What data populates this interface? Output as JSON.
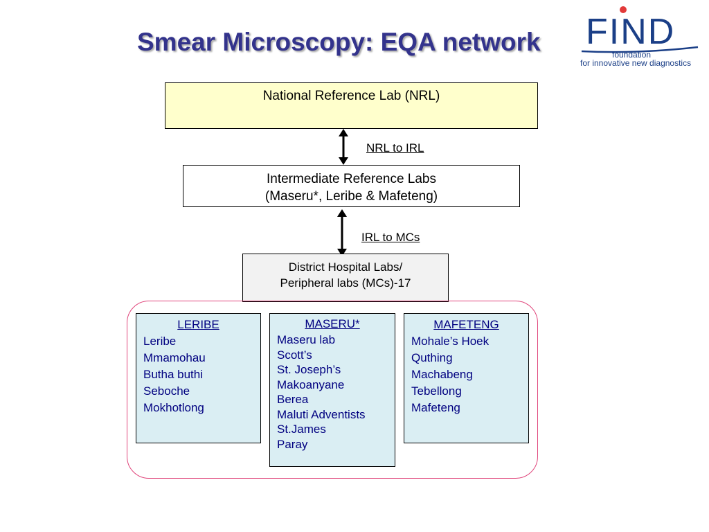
{
  "title": "Smear Microscopy: EQA network",
  "logo": {
    "wordmark": "FIND",
    "line1": "foundation",
    "line2": "for innovative new diagnostics",
    "colors": {
      "wordmark": "#1b3f87",
      "dot": "#e23a3a",
      "text": "#1b3f87"
    }
  },
  "nodes": {
    "nrl": {
      "label": "National Reference Lab (NRL)"
    },
    "irl": {
      "line1": "Intermediate Reference Labs",
      "line2": "(Maseru*, Leribe & Mafeteng)"
    },
    "mc": {
      "line1": "District Hospital Labs/",
      "line2": "Peripheral labs (MCs)-17"
    }
  },
  "links": {
    "nrl_irl": "NRL to IRL",
    "irl_mc": "IRL to MCs"
  },
  "districts": [
    {
      "name": "LERIBE",
      "labs": [
        "Leribe",
        "Mmamohau",
        "Butha buthi",
        "Seboche",
        "Mokhotlong"
      ]
    },
    {
      "name": "MASERU*",
      "labs": [
        "Maseru lab",
        "Scott’s",
        "St. Joseph’s",
        "Makoanyane",
        "Berea",
        "Maluti Adventists",
        "St.James",
        "Paray"
      ]
    },
    {
      "name": "MAFETENG",
      "labs": [
        "Mohale’s Hoek",
        "Quthing",
        "Machabeng",
        "Tebellong",
        "Mafeteng"
      ]
    }
  ],
  "colors": {
    "title": "#33338c",
    "nrl_fill": "#ffffcc",
    "mc_fill": "#f2f2f2",
    "district_fill": "#daeef3",
    "district_text": "#000080",
    "group_border": "#e0457b"
  }
}
